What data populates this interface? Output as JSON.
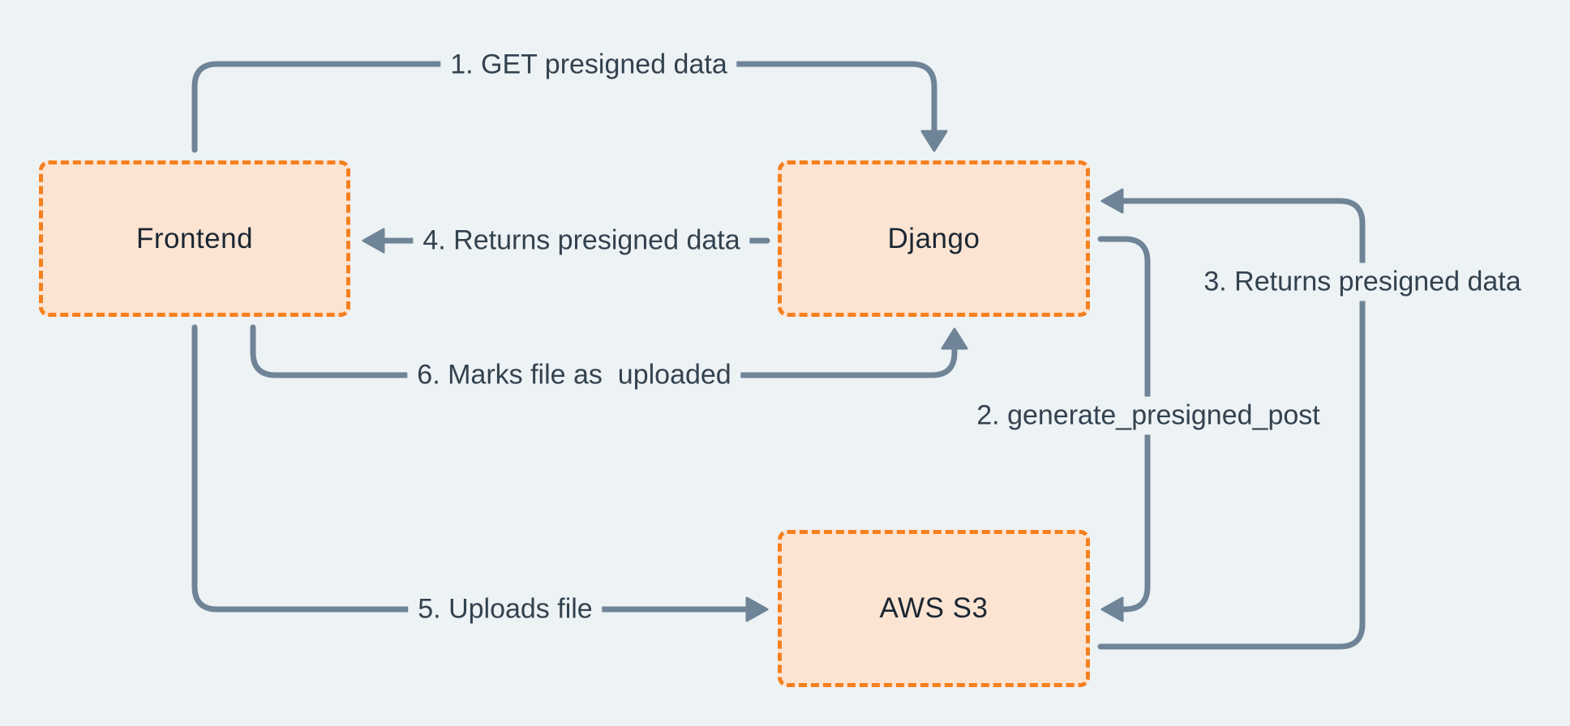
{
  "nodes": [
    {
      "id": "frontend",
      "label": "Frontend"
    },
    {
      "id": "django",
      "label": "Django"
    },
    {
      "id": "aws_s3",
      "label": "AWS S3"
    }
  ],
  "arrows": [
    {
      "step": 1,
      "label": "1. GET presigned data",
      "from": "frontend",
      "to": "django"
    },
    {
      "step": 2,
      "label": "2. generate_presigned_post",
      "from": "django",
      "to": "aws_s3"
    },
    {
      "step": 3,
      "label": "3. Returns presigned data",
      "from": "aws_s3",
      "to": "django"
    },
    {
      "step": 4,
      "label": "4. Returns presigned data",
      "from": "django",
      "to": "frontend"
    },
    {
      "step": 5,
      "label": "5. Uploads file",
      "from": "frontend",
      "to": "aws_s3"
    },
    {
      "step": 6,
      "label": "6. Marks file as  uploaded",
      "from": "frontend",
      "to": "django"
    }
  ],
  "colors": {
    "background": "#edf2f5",
    "node_fill": "#fce4d3",
    "node_border": "#f5801e",
    "arrow": "#6f8496",
    "node_text": "#1b2733",
    "label_text": "#33424f"
  }
}
